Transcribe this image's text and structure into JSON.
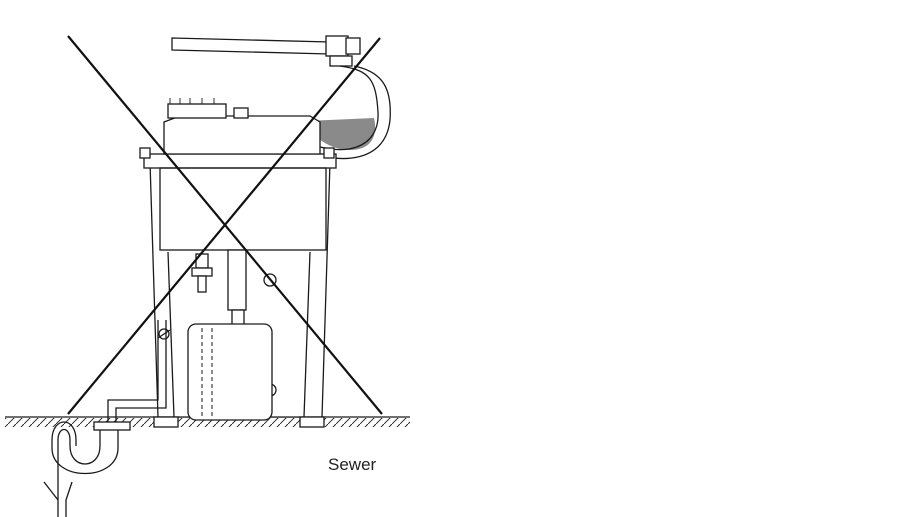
{
  "labels": {
    "sewer": "Sewer"
  },
  "colors": {
    "line": "#1a1a1a",
    "water": "#8a8a8a",
    "cross": "#111111"
  },
  "panels": [
    {
      "id": "incorrect",
      "crossed_out": true
    },
    {
      "id": "correct",
      "crossed_out": false
    }
  ]
}
